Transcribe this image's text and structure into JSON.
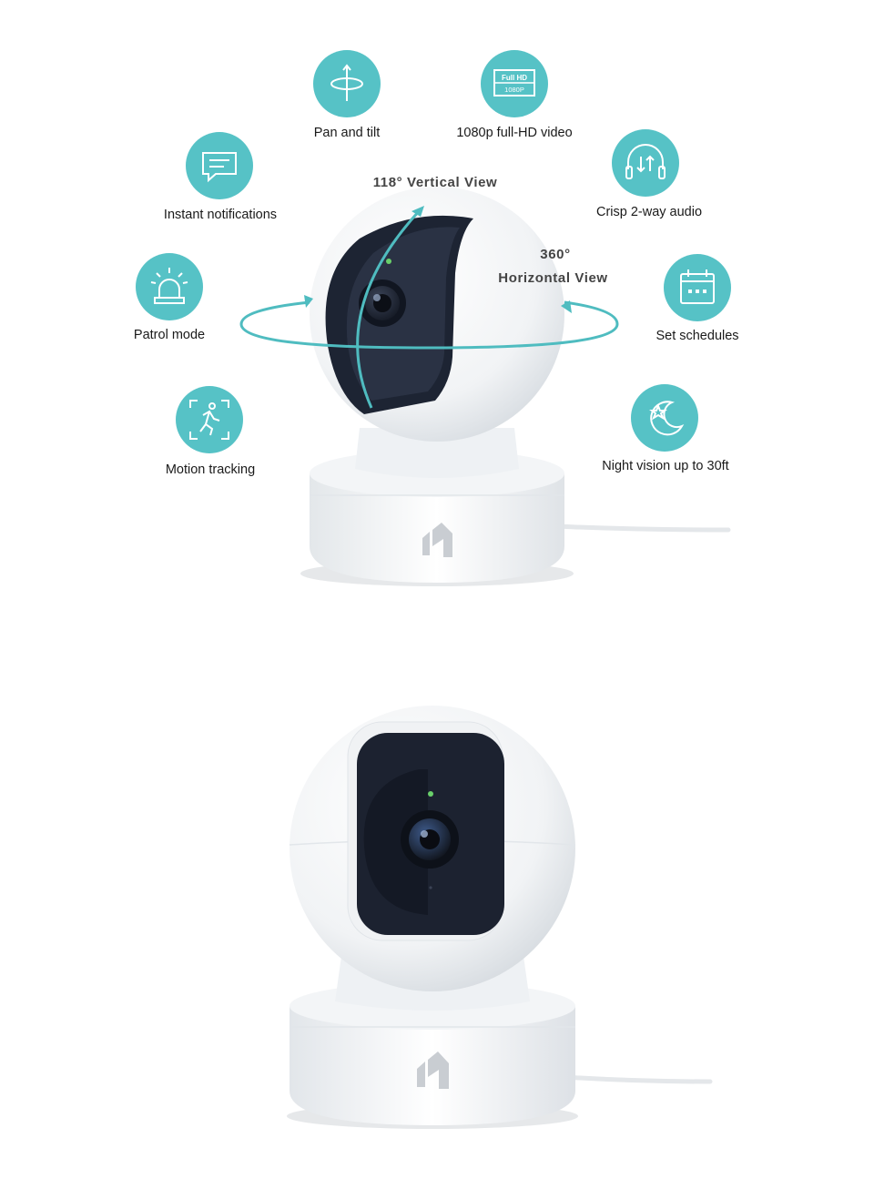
{
  "features": [
    {
      "id": "pan-tilt",
      "label": "Pan and tilt",
      "icon": "pan-tilt-icon"
    },
    {
      "id": "full-hd",
      "label": "1080p full-HD video",
      "icon": "full-hd-icon",
      "icon_text_top": "Full HD",
      "icon_text_bottom": "1080P"
    },
    {
      "id": "notifications",
      "label": "Instant notifications",
      "icon": "chat-bubble-icon"
    },
    {
      "id": "audio",
      "label": "Crisp 2-way audio",
      "icon": "headphones-icon"
    },
    {
      "id": "patrol",
      "label": "Patrol mode",
      "icon": "siren-icon"
    },
    {
      "id": "schedules",
      "label": "Set schedules",
      "icon": "calendar-icon"
    },
    {
      "id": "motion",
      "label": "Motion tracking",
      "icon": "running-person-icon"
    },
    {
      "id": "night",
      "label": "Night vision up to 30ft",
      "icon": "moon-star-icon"
    }
  ],
  "view_labels": {
    "vertical": "118° Vertical View",
    "horizontal_line1": "360°",
    "horizontal_line2": "Horizontal View"
  },
  "colors": {
    "accent": "#56c2c6",
    "camera_body": "#f4f6f8",
    "lens_face": "#1c2230"
  }
}
